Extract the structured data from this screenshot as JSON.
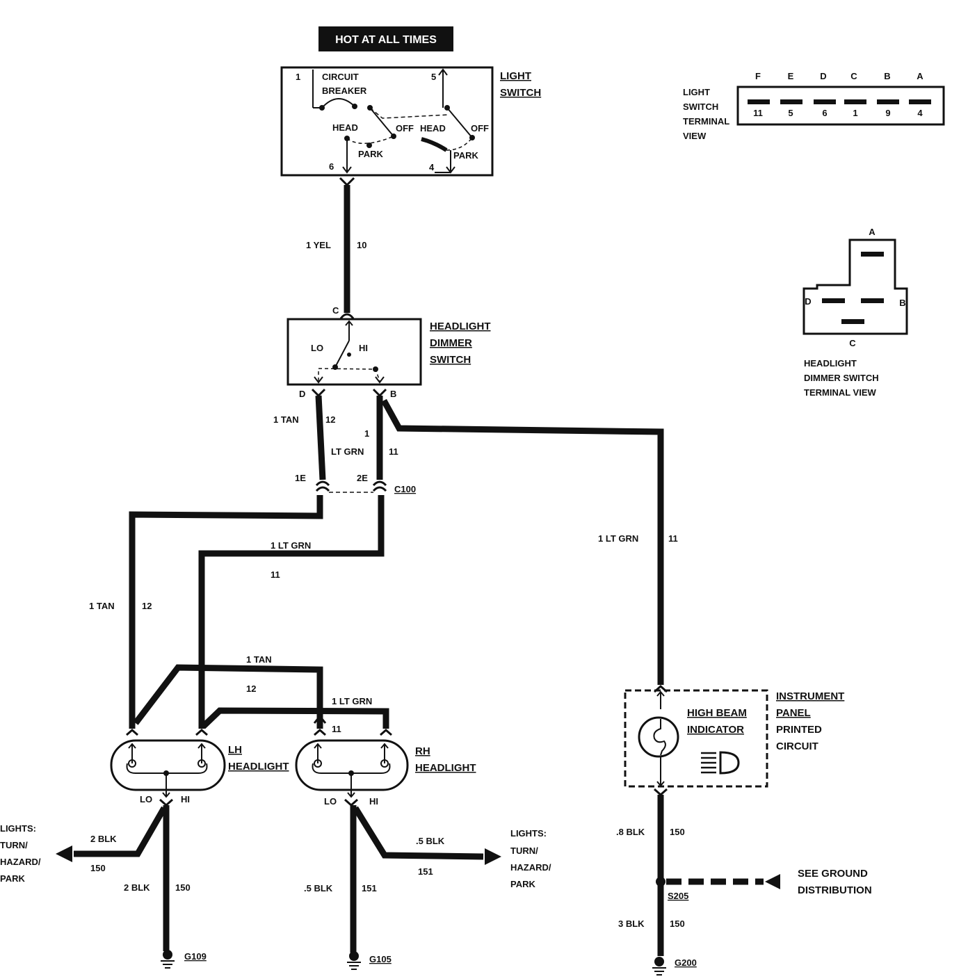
{
  "banner": "HOT AT ALL TIMES",
  "light_switch": {
    "title_line1": "LIGHT",
    "title_line2": "SWITCH",
    "circuit_breaker_line1": "CIRCUIT",
    "circuit_breaker_line2": "BREAKER",
    "term_1": "1",
    "term_5": "5",
    "term_6": "6",
    "term_4": "4",
    "head_left": "HEAD",
    "off_left": "OFF",
    "park_left": "PARK",
    "head_right": "HEAD",
    "off_right": "OFF",
    "park_right": "PARK"
  },
  "light_switch_terminal_view": {
    "label_line1": "LIGHT",
    "label_line2": "SWITCH",
    "label_line3": "TERMINAL",
    "label_line4": "VIEW",
    "letters": [
      "F",
      "E",
      "D",
      "C",
      "B",
      "A"
    ],
    "circuits": [
      "11",
      "5",
      "6",
      "1",
      "9",
      "4"
    ]
  },
  "dimmer_terminal_view": {
    "pin_a": "A",
    "pin_b": "B",
    "pin_c": "C",
    "pin_d": "D",
    "label_line1": "HEADLIGHT",
    "label_line2": "DIMMER SWITCH",
    "label_line3": "TERMINAL VIEW"
  },
  "dimmer_switch": {
    "title_line1": "HEADLIGHT",
    "title_line2": "DIMMER",
    "title_line3": "SWITCH",
    "term_c": "C",
    "term_d": "D",
    "term_b": "B",
    "lo": "LO",
    "hi": "HI"
  },
  "wires": {
    "w_yel_size": "1 YEL",
    "w_yel_circuit": "10",
    "w_tan_top_size": "1 TAN",
    "w_tan_top_circuit": "12",
    "w_ltgrn_top_size_1": "1",
    "w_ltgrn_top_size_2": "LT GRN",
    "w_ltgrn_top_circuit": "11",
    "w_ltgrn_mid_size": "1 LT GRN",
    "w_ltgrn_mid_circuit": "11",
    "w_tan_left_size": "1 TAN",
    "w_tan_left_circuit": "12",
    "w_tan_lower_size": "1 TAN",
    "w_tan_lower_circuit": "12",
    "w_ltgrn_lower_size": "1 LT GRN",
    "w_ltgrn_lower_circuit": "11",
    "w_ltgrn_right_size": "1 LT GRN",
    "w_ltgrn_right_circuit": "11",
    "w_blk_lh_side_size": "2 BLK",
    "w_blk_lh_side_circuit": "150",
    "w_blk_lh_down_size": "2 BLK",
    "w_blk_lh_down_circuit": "150",
    "w_blk_rh_down_size": ".5 BLK",
    "w_blk_rh_down_circuit": "151",
    "w_blk_rh_side_size": ".5 BLK",
    "w_blk_rh_side_circuit": "151",
    "w_blk_ip_size": ".8 BLK",
    "w_blk_ip_circuit": "150",
    "w_blk_s205_size": "3 BLK",
    "w_blk_s205_circuit": "150"
  },
  "connector": {
    "pin_1e": "1E",
    "pin_2e": "2E",
    "name": "C100"
  },
  "lh_headlight": {
    "title_line1": "LH",
    "title_line2": "HEADLIGHT",
    "lo": "LO",
    "hi": "HI"
  },
  "rh_headlight": {
    "title_line1": "RH",
    "title_line2": "HEADLIGHT",
    "lo": "LO",
    "hi": "HI"
  },
  "instrument_panel": {
    "indicator_line1": "HIGH BEAM",
    "indicator_line2": "INDICATOR",
    "panel_line1": "INSTRUMENT",
    "panel_line2": "PANEL",
    "panel_line3": "PRINTED",
    "panel_line4": "CIRCUIT"
  },
  "left_lights_ref": {
    "line1": "LIGHTS:",
    "line2": "TURN/",
    "line3": "HAZARD/",
    "line4": "PARK"
  },
  "right_lights_ref": {
    "line1": "LIGHTS:",
    "line2": "TURN/",
    "line3": "HAZARD/",
    "line4": "PARK"
  },
  "ground_ref": {
    "line1": "SEE GROUND",
    "line2": "DISTRIBUTION"
  },
  "splice": "S205",
  "grounds": {
    "g109": "G109",
    "g105": "G105",
    "g200": "G200"
  }
}
